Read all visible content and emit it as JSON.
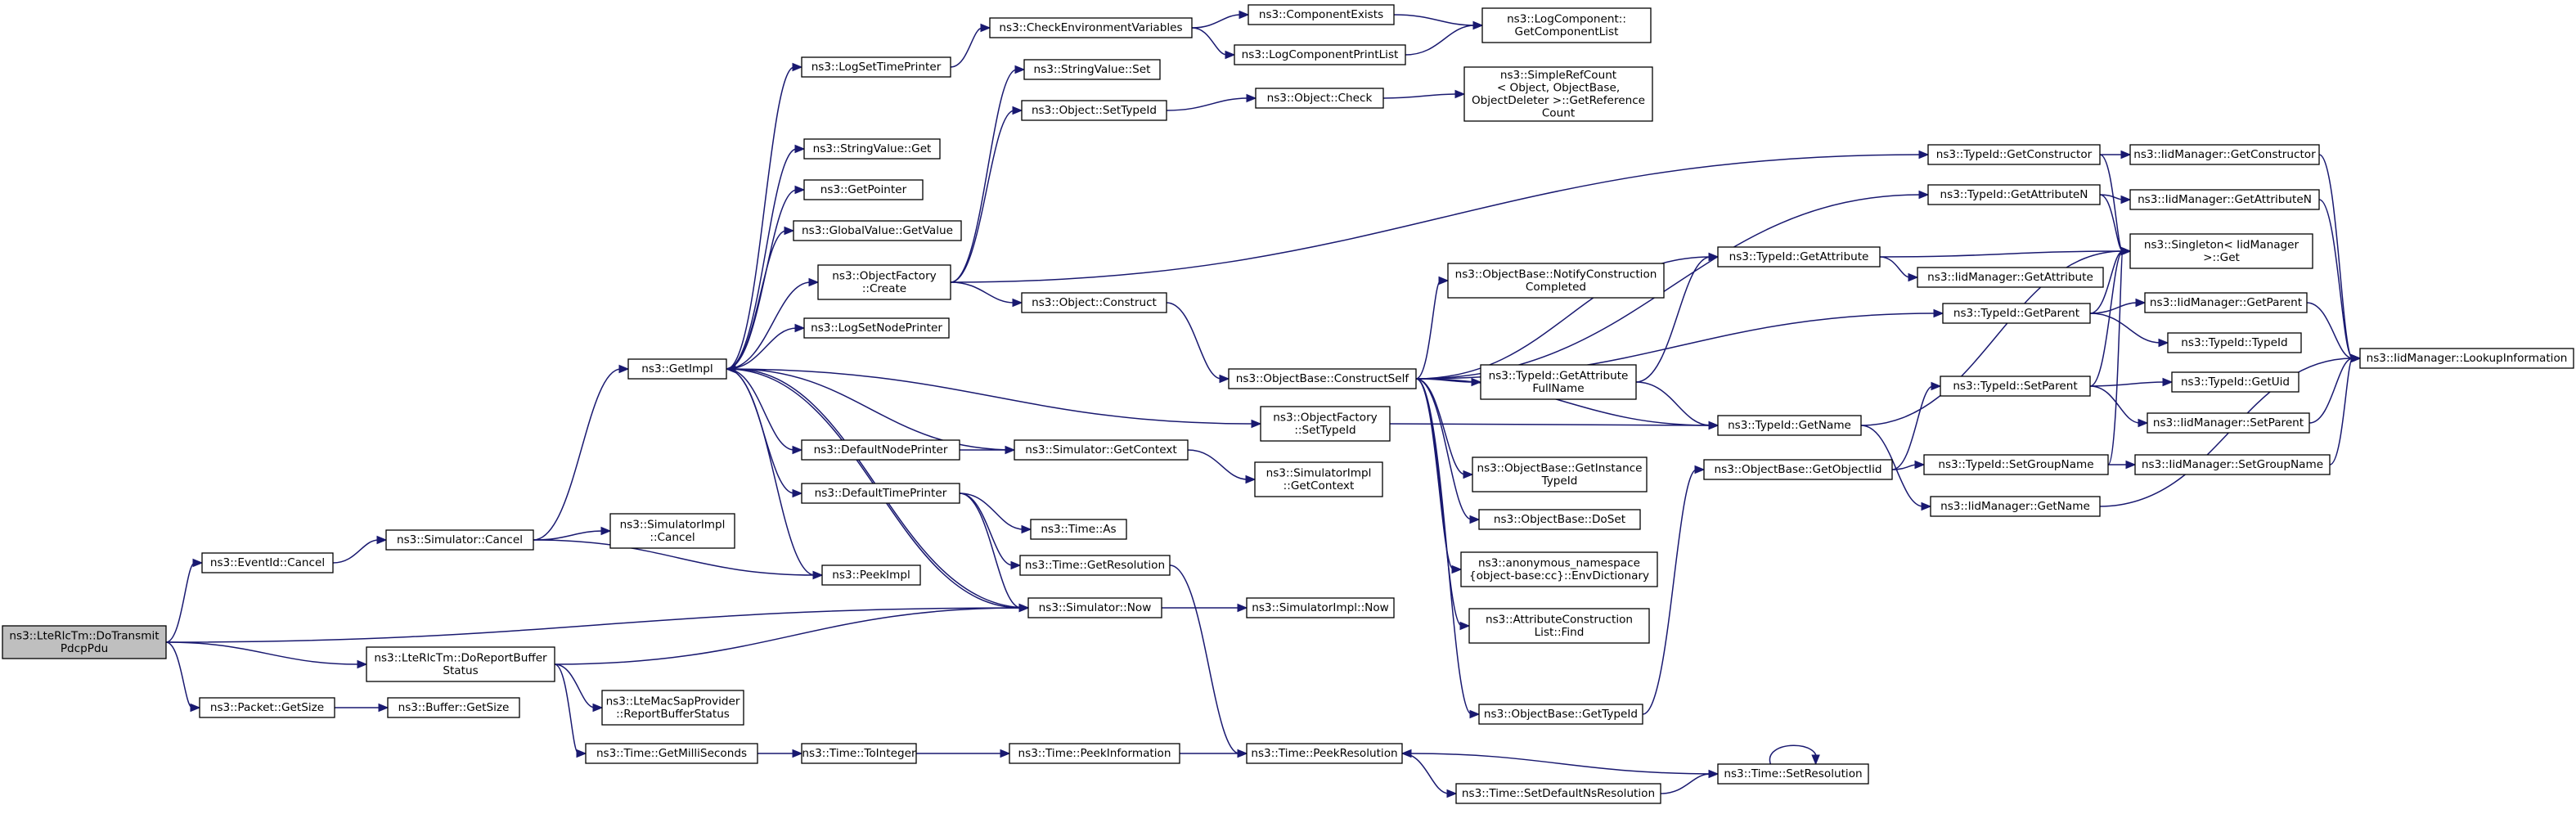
{
  "diagram": {
    "nodes": [
      {
        "id": "root",
        "lines": [
          "ns3::LteRlcTm::DoTransmit",
          "PdcpPdu"
        ]
      },
      {
        "id": "eventCancel",
        "lines": [
          "ns3::EventId::Cancel"
        ]
      },
      {
        "id": "simCancel",
        "lines": [
          "ns3::Simulator::Cancel"
        ]
      },
      {
        "id": "simImplCancel",
        "lines": [
          "ns3::SimulatorImpl",
          "::Cancel"
        ]
      },
      {
        "id": "peekImpl",
        "lines": [
          "ns3::PeekImpl"
        ]
      },
      {
        "id": "getImpl",
        "lines": [
          "ns3::GetImpl"
        ]
      },
      {
        "id": "logSetTime",
        "lines": [
          "ns3::LogSetTimePrinter"
        ]
      },
      {
        "id": "checkEnv",
        "lines": [
          "ns3::CheckEnvironmentVariables"
        ]
      },
      {
        "id": "compExists",
        "lines": [
          "ns3::ComponentExists"
        ]
      },
      {
        "id": "logCompList",
        "lines": [
          "ns3::LogComponent::",
          "GetComponentList"
        ]
      },
      {
        "id": "logCompPrint",
        "lines": [
          "ns3::LogComponentPrintList"
        ]
      },
      {
        "id": "strValGet",
        "lines": [
          "ns3::StringValue::Get"
        ]
      },
      {
        "id": "getPointer",
        "lines": [
          "ns3::GetPointer"
        ]
      },
      {
        "id": "globalGetValue",
        "lines": [
          "ns3::GlobalValue::GetValue"
        ]
      },
      {
        "id": "strValSet",
        "lines": [
          "ns3::StringValue::Set"
        ]
      },
      {
        "id": "objSetTypeId",
        "lines": [
          "ns3::Object::SetTypeId"
        ]
      },
      {
        "id": "objCheck",
        "lines": [
          "ns3::Object::Check"
        ]
      },
      {
        "id": "refCount",
        "lines": [
          "ns3::SimpleRefCount",
          "< Object, ObjectBase,",
          "ObjectDeleter >::GetReference",
          "Count"
        ]
      },
      {
        "id": "objFactCreate",
        "lines": [
          "ns3::ObjectFactory",
          "::Create"
        ]
      },
      {
        "id": "objConstruct",
        "lines": [
          "ns3::Object::Construct"
        ]
      },
      {
        "id": "logSetNode",
        "lines": [
          "ns3::LogSetNodePrinter"
        ]
      },
      {
        "id": "defNodePrinter",
        "lines": [
          "ns3::DefaultNodePrinter"
        ]
      },
      {
        "id": "simGetContext",
        "lines": [
          "ns3::Simulator::GetContext"
        ]
      },
      {
        "id": "simImplGetContext",
        "lines": [
          "ns3::SimulatorImpl",
          "::GetContext"
        ]
      },
      {
        "id": "defTimePrinter",
        "lines": [
          "ns3::DefaultTimePrinter"
        ]
      },
      {
        "id": "timeAs",
        "lines": [
          "ns3::Time::As"
        ]
      },
      {
        "id": "timeGetRes",
        "lines": [
          "ns3::Time::GetResolution"
        ]
      },
      {
        "id": "simNow",
        "lines": [
          "ns3::Simulator::Now"
        ]
      },
      {
        "id": "simImplNow",
        "lines": [
          "ns3::SimulatorImpl::Now"
        ]
      },
      {
        "id": "doReportBuffer",
        "lines": [
          "ns3::LteRlcTm::DoReportBuffer",
          "Status"
        ]
      },
      {
        "id": "lteMacSap",
        "lines": [
          "ns3::LteMacSapProvider",
          "::ReportBufferStatus"
        ]
      },
      {
        "id": "timeGetMilli",
        "lines": [
          "ns3::Time::GetMilliSeconds"
        ]
      },
      {
        "id": "timeToInteger",
        "lines": [
          "ns3::Time::ToInteger"
        ]
      },
      {
        "id": "timePeekInfo",
        "lines": [
          "ns3::Time::PeekInformation"
        ]
      },
      {
        "id": "timePeekRes",
        "lines": [
          "ns3::Time::PeekResolution"
        ]
      },
      {
        "id": "timeSetDefNs",
        "lines": [
          "ns3::Time::SetDefaultNsResolution"
        ]
      },
      {
        "id": "timeSetRes",
        "lines": [
          "ns3::Time::SetResolution"
        ]
      },
      {
        "id": "packetGetSize",
        "lines": [
          "ns3::Packet::GetSize"
        ]
      },
      {
        "id": "bufferGetSize",
        "lines": [
          "ns3::Buffer::GetSize"
        ]
      },
      {
        "id": "objFactSetTypeId",
        "lines": [
          "ns3::ObjectFactory",
          "::SetTypeId"
        ]
      },
      {
        "id": "constructSelf",
        "lines": [
          "ns3::ObjectBase::ConstructSelf"
        ]
      },
      {
        "id": "notifyConstruct",
        "lines": [
          "ns3::ObjectBase::NotifyConstruction",
          "Completed"
        ]
      },
      {
        "id": "typeIdGetAttrFull",
        "lines": [
          "ns3::TypeId::GetAttribute",
          "FullName"
        ]
      },
      {
        "id": "getInstanceTypeId",
        "lines": [
          "ns3::ObjectBase::GetInstance",
          "TypeId"
        ]
      },
      {
        "id": "doSet",
        "lines": [
          "ns3::ObjectBase::DoSet"
        ]
      },
      {
        "id": "envDict",
        "lines": [
          "ns3::anonymous_namespace",
          "{object-base:cc}::EnvDictionary"
        ]
      },
      {
        "id": "attrConstructFind",
        "lines": [
          "ns3::AttributeConstruction",
          "List::Find"
        ]
      },
      {
        "id": "objGetTypeId",
        "lines": [
          "ns3::ObjectBase::GetTypeId"
        ]
      },
      {
        "id": "typeIdGetAttr",
        "lines": [
          "ns3::TypeId::GetAttribute"
        ]
      },
      {
        "id": "iidGetAttr",
        "lines": [
          "ns3::IidManager::GetAttribute"
        ]
      },
      {
        "id": "typeIdGetName",
        "lines": [
          "ns3::TypeId::GetName"
        ]
      },
      {
        "id": "getObjectIid",
        "lines": [
          "ns3::ObjectBase::GetObjectIid"
        ]
      },
      {
        "id": "typeIdGetCtor",
        "lines": [
          "ns3::TypeId::GetConstructor"
        ]
      },
      {
        "id": "iidGetCtor",
        "lines": [
          "ns3::IidManager::GetConstructor"
        ]
      },
      {
        "id": "typeIdGetAttrN",
        "lines": [
          "ns3::TypeId::GetAttributeN"
        ]
      },
      {
        "id": "iidGetAttrN",
        "lines": [
          "ns3::IidManager::GetAttributeN"
        ]
      },
      {
        "id": "singletonGet",
        "lines": [
          "ns3::Singleton< IidManager",
          " >::Get"
        ]
      },
      {
        "id": "typeIdGetParent",
        "lines": [
          "ns3::TypeId::GetParent"
        ]
      },
      {
        "id": "iidGetParent",
        "lines": [
          "ns3::IidManager::GetParent"
        ]
      },
      {
        "id": "typeIdTypeId",
        "lines": [
          "ns3::TypeId::TypeId"
        ]
      },
      {
        "id": "typeIdSetParent",
        "lines": [
          "ns3::TypeId::SetParent"
        ]
      },
      {
        "id": "typeIdGetUid",
        "lines": [
          "ns3::TypeId::GetUid"
        ]
      },
      {
        "id": "iidSetParent",
        "lines": [
          "ns3::IidManager::SetParent"
        ]
      },
      {
        "id": "typeIdSetGroup",
        "lines": [
          "ns3::TypeId::SetGroupName"
        ]
      },
      {
        "id": "iidSetGroup",
        "lines": [
          "ns3::IidManager::SetGroupName"
        ]
      },
      {
        "id": "iidGetName",
        "lines": [
          "ns3::IidManager::GetName"
        ]
      },
      {
        "id": "iidLookup",
        "lines": [
          "ns3::IidManager::LookupInformation"
        ]
      }
    ]
  }
}
